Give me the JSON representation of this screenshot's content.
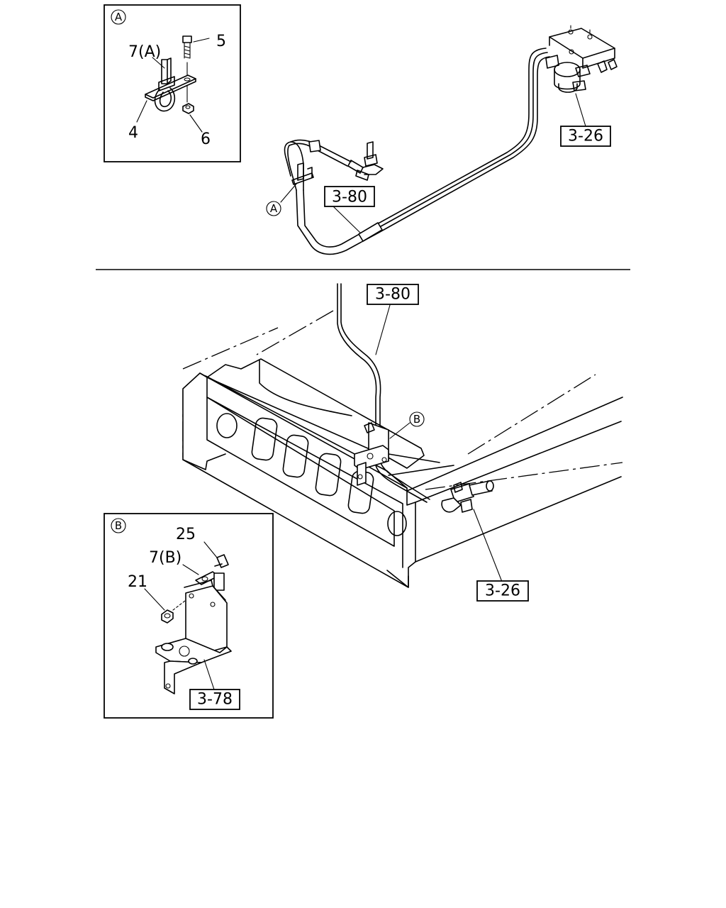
{
  "detail_a": {
    "marker": "A",
    "callouts": {
      "p7a": "7(A)",
      "p5": "5",
      "p4": "4",
      "p6": "6"
    }
  },
  "detail_b": {
    "marker": "B",
    "callouts": {
      "p25": "25",
      "p7b": "7(B)",
      "p21": "21"
    },
    "ref": "3-78"
  },
  "top_view": {
    "ref_hose": "3-80",
    "ref_valve": "3-26",
    "marker_a": "A"
  },
  "bottom_view": {
    "ref_hose": "3-80",
    "ref_valve": "3-26",
    "marker_b": "B"
  }
}
